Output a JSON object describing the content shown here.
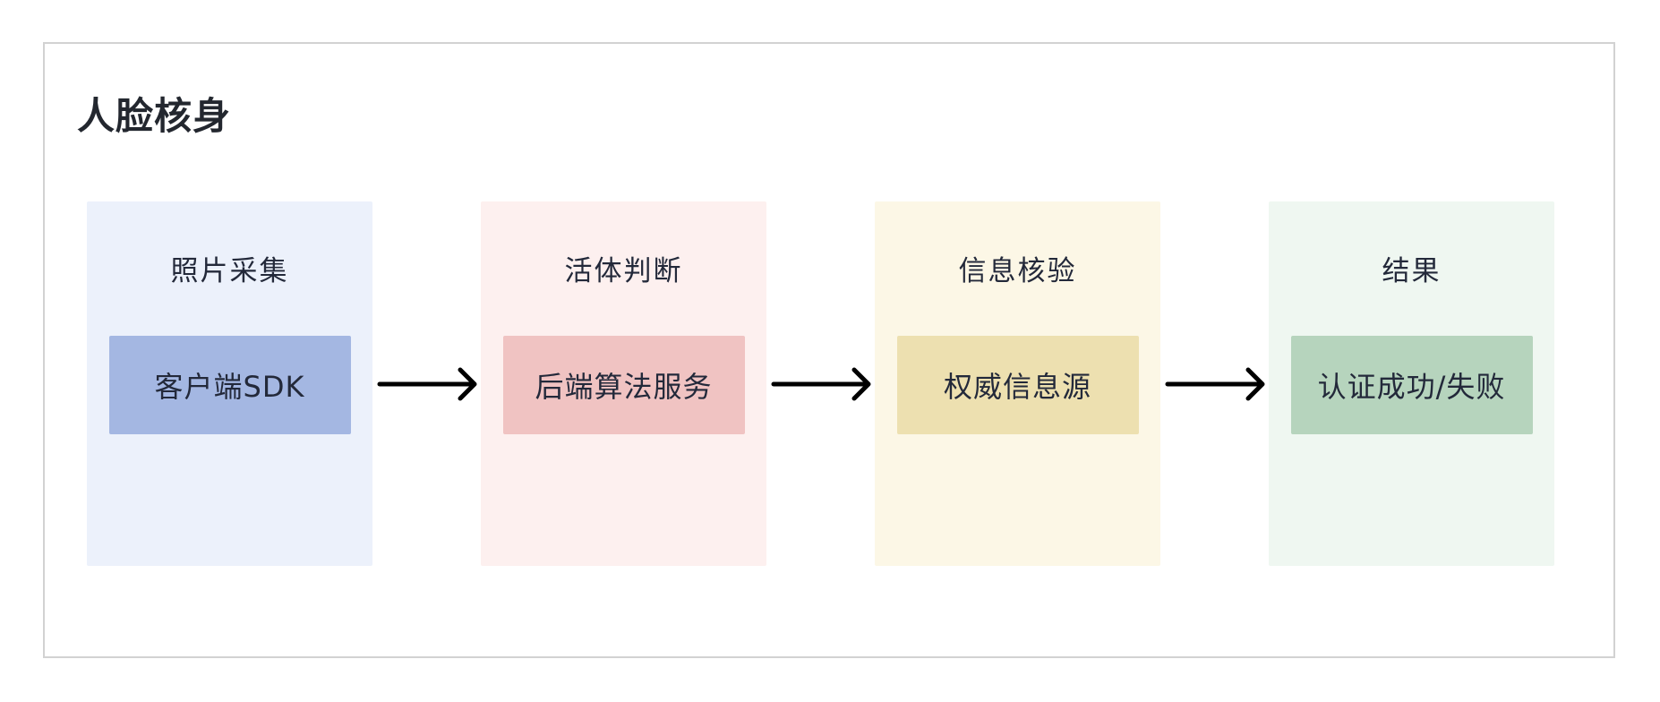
{
  "diagram": {
    "title": "人脸核身",
    "stages": [
      {
        "label": "照片采集",
        "node": "客户端SDK",
        "bg": "#ECF1FB",
        "node_bg": "#A4B7E2"
      },
      {
        "label": "活体判断",
        "node": "后端算法服务",
        "bg": "#FDF0EF",
        "node_bg": "#F0C3C2"
      },
      {
        "label": "信息核验",
        "node": "权威信息源",
        "bg": "#FCF7E6",
        "node_bg": "#EDE0B0"
      },
      {
        "label": "结果",
        "node": "认证成功/失败",
        "bg": "#EFF7F1",
        "node_bg": "#B6D4BD"
      }
    ],
    "arrow_color": "#000000",
    "text_color": "#23293A",
    "panel_border_color": "#D2D2D2"
  }
}
